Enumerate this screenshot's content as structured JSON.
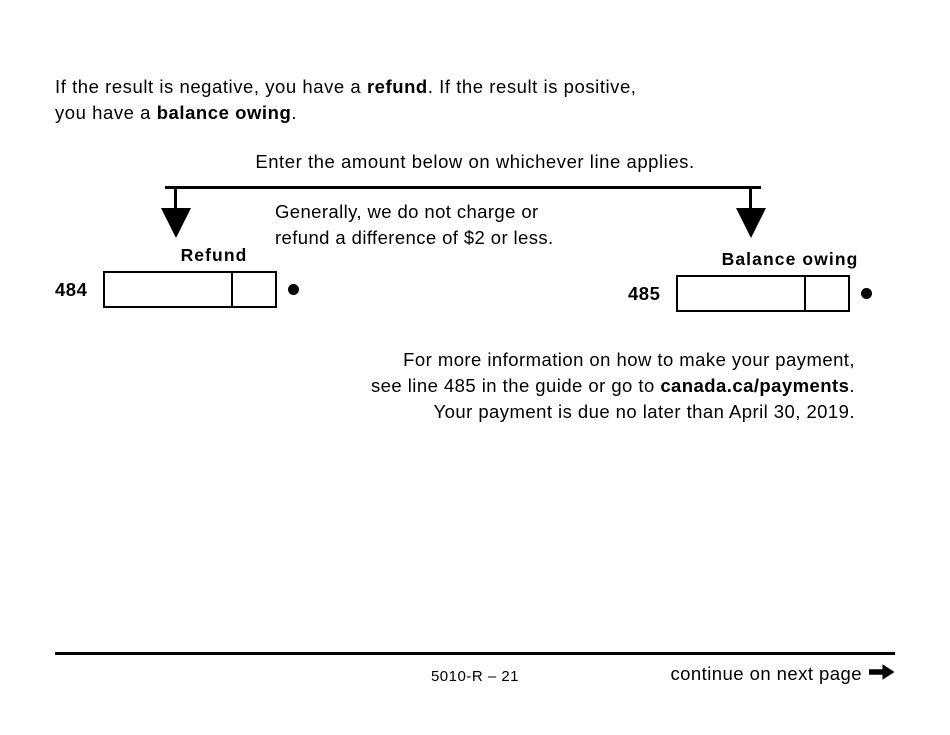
{
  "intro": {
    "part1": "If the result is negative, you have a ",
    "bold1": "refund",
    "part2": ". If the result is positive,\nyou have a ",
    "bold2": "balance owing",
    "part3": "."
  },
  "instruction": "Enter the amount below on whichever line applies.",
  "note": "Generally, we do not charge or\nrefund a difference of $2 or less.",
  "fields": [
    {
      "caption": "Refund",
      "line_number": "484",
      "dollars_value": "",
      "cents_value": "",
      "dot": "decimal-dot"
    },
    {
      "caption": "Balance owing",
      "line_number": "485",
      "dollars_value": "",
      "cents_value": "",
      "dot": "decimal-dot"
    }
  ],
  "payment_info": {
    "part1": "For more information on how to make your payment,\nsee line 485 in the guide or go to ",
    "bold1": "canada.ca/payments",
    "part2": ".\nYour payment is due no later than April 30, 2019."
  },
  "footer": {
    "form_code": "5010-R – 21",
    "continue_label": "continue on next page",
    "arrow_glyph": "➜"
  },
  "colors": {
    "ink": "#000000",
    "page": "#ffffff"
  }
}
